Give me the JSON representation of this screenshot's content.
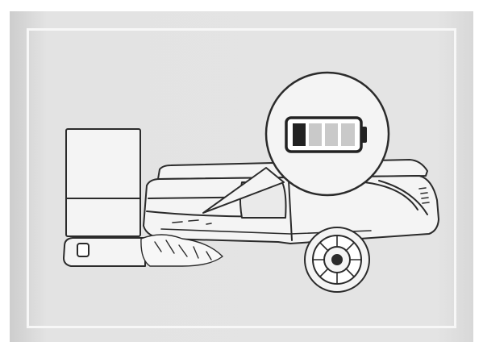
{
  "illustration": {
    "subject": "robot-vacuum-docking-low-battery",
    "icon": "battery-low-icon",
    "battery_level": 0.25,
    "battery_segments_total": 4,
    "battery_segments_filled": 1
  },
  "colors": {
    "panel_background": "#e4e4e4",
    "frame": "#f7f7f7",
    "line_art": "#2b2b2b",
    "fill_light": "#f4f4f4",
    "battery_filled": "#222222",
    "battery_empty": "#c9c9c9"
  }
}
